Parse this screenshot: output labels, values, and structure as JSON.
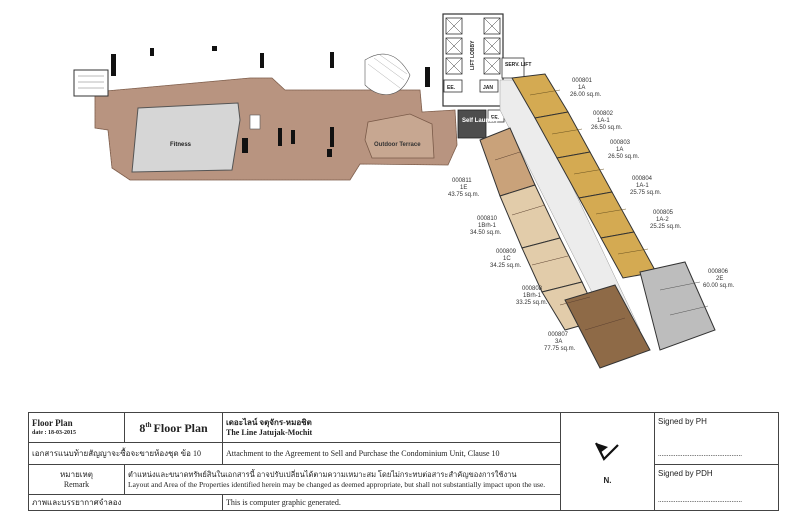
{
  "rooms": {
    "fitness": "Fitness",
    "outdoor_terrace": "Outdoor Terrace",
    "lift_lobby": "LIFT LOBBY",
    "serv_lift": "SERV. LIFT",
    "jan": "JAN",
    "ee_left": "EE.",
    "ee_right": "EE.",
    "self_laundry": "Self Laundry"
  },
  "units": [
    {
      "id": "000801",
      "type": "1A",
      "area": "26.00 sq.m."
    },
    {
      "id": "000802",
      "type": "1A-1",
      "area": "26.50 sq.m."
    },
    {
      "id": "000803",
      "type": "1A",
      "area": "26.50 sq.m."
    },
    {
      "id": "000804",
      "type": "1A-1",
      "area": "25.75 sq.m."
    },
    {
      "id": "000805",
      "type": "1A-2",
      "area": "25.25 sq.m."
    },
    {
      "id": "000806",
      "type": "2E",
      "area": "60.00 sq.m."
    },
    {
      "id": "000807",
      "type": "3A",
      "area": "77.75 sq.m."
    },
    {
      "id": "000808",
      "type": "1Brh-1",
      "area": "33.25 sq.m."
    },
    {
      "id": "000809",
      "type": "1C",
      "area": "34.25 sq.m."
    },
    {
      "id": "000810",
      "type": "1Brh-1",
      "area": "34.50 sq.m."
    },
    {
      "id": "000811",
      "type": "1E",
      "area": "43.75 sq.m."
    }
  ],
  "unit_colors": {
    "gold": "#d4aa52",
    "tan": "#c9a27a",
    "beige": "#e2ccaa",
    "brown": "#8e6a47",
    "grey": "#bdbdbd",
    "deck": "#b89480"
  },
  "title_block": {
    "label": "Floor Plan",
    "date": "date : 18-03-2015",
    "floor_number": "8",
    "floor_suffix": "th",
    "floor_title": "Floor Plan",
    "project_thai": "เดอะไลน์ จตุจักร-หมอชิต",
    "project_en": "The Line Jatujak-Mochit",
    "attachment_thai": "เอกสารแนบท้ายสัญญาจะซื้อจะขายห้องชุด ข้อ 10",
    "attachment_en": "Attachment to the Agreement to Sell and Purchase the Condominium Unit, Clause 10",
    "remark_thai_label": "หมายเหตุ",
    "remark_en_label": "Remark",
    "remark_thai": "ตำแหน่งและขนาดทรัพย์สินในเอกสารนี้ อาจปรับเปลี่ยนได้ตามความเหมาะสม โดยไม่กระทบต่อสาระสำคัญของการใช้งาน",
    "remark_en": "Layout and Area of the Properties identified herein may be changed as deemed appropriate, but shall not substantially impact upon the use.",
    "cg_thai": "ภาพและบรรยากาศจำลอง",
    "cg_en": "This is computer graphic generated.",
    "north": "N.",
    "signed_ph": "Signed by PH",
    "signed_pdh": "Signed by PDH",
    "sign_line": "................................................"
  }
}
